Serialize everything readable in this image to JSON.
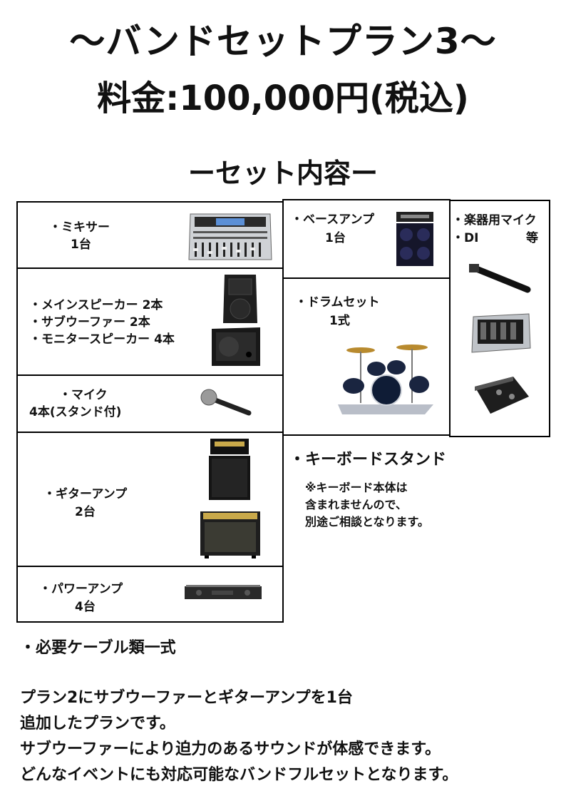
{
  "header": {
    "title": "〜バンドセットプラン3〜",
    "price": "料金:100,000円(税込)",
    "set_heading": "ーセット内容ー"
  },
  "items": {
    "mixer": {
      "name": "・ミキサー",
      "qty": "1台"
    },
    "speakers": {
      "lines": [
        "・メインスピーカー 2本",
        "・サブウーファー 2本",
        "・モニタースピーカー 4本"
      ]
    },
    "mic": {
      "name": "・マイク",
      "qty": "4本(スタンド付)"
    },
    "guitar_amp": {
      "name": "・ギターアンプ",
      "qty": "2台"
    },
    "power_amp": {
      "name": "・パワーアンプ",
      "qty": "4台"
    },
    "bass_amp": {
      "name": "・ベースアンプ",
      "qty": "1台"
    },
    "drums": {
      "name": "・ドラムセット",
      "qty": "1式"
    },
    "instrument_mic": {
      "line1": "・楽器用マイク",
      "line2": "・DI",
      "line2_suffix": "等"
    },
    "keyboard_stand": {
      "name": "・キーボードスタンド",
      "note": [
        "※キーボード本体は",
        "含まれませんので、",
        "別途ご相談となります。"
      ]
    },
    "cables": "・必要ケーブル類一式"
  },
  "description": [
    "プラン2にサブウーファーとギターアンプを1台",
    "追加したプランです。",
    "サブウーファーにより迫力のあるサウンドが体感できます。",
    "どんなイベントにも対応可能なバンドフルセットとなります。"
  ]
}
